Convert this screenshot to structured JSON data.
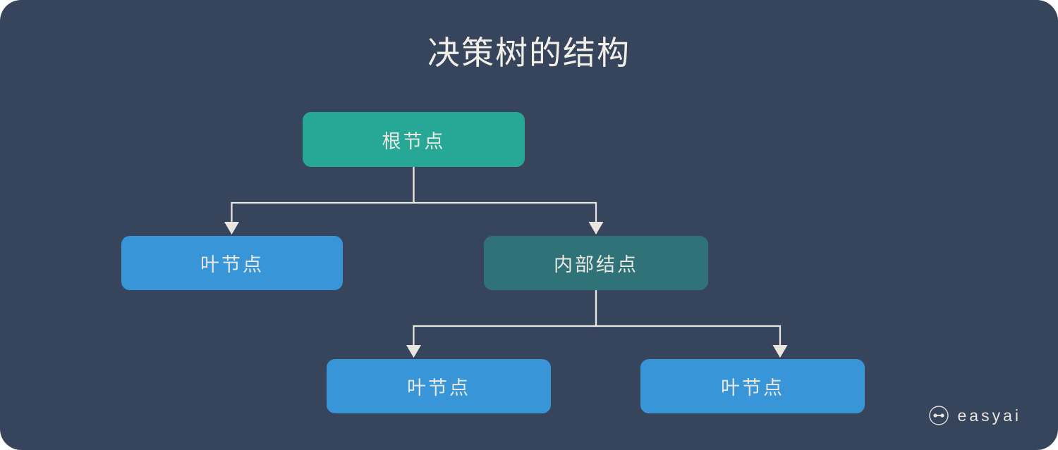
{
  "page": {
    "title": "决策树的结构",
    "background_color": "#36455c",
    "text_color": "#ebe7e1",
    "connector_color": "#e9e5df"
  },
  "diagram": {
    "type": "tree",
    "nodes": [
      {
        "id": "root",
        "label": "根节点",
        "role": "root-node",
        "color": "#27a897"
      },
      {
        "id": "leaf1",
        "label": "叶节点",
        "role": "leaf-node",
        "color": "#3795d8"
      },
      {
        "id": "internal",
        "label": "内部结点",
        "role": "internal-node",
        "color": "#2f7379"
      },
      {
        "id": "leaf2",
        "label": "叶节点",
        "role": "leaf-node",
        "color": "#3795d8"
      },
      {
        "id": "leaf3",
        "label": "叶节点",
        "role": "leaf-node",
        "color": "#3795d8"
      }
    ],
    "edges": [
      {
        "from": "root",
        "to": "leaf1"
      },
      {
        "from": "root",
        "to": "internal"
      },
      {
        "from": "internal",
        "to": "leaf2"
      },
      {
        "from": "internal",
        "to": "leaf3"
      }
    ]
  },
  "logo": {
    "text": "easyai",
    "icon": "easyai-circle-dumbbell-icon"
  }
}
